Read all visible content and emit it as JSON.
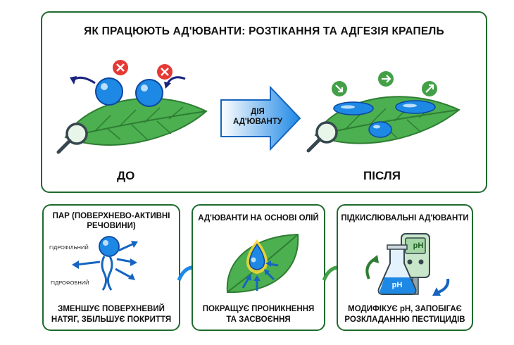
{
  "top": {
    "title": "ЯК ПРАЦЮЮТЬ АД'ЮВАНТИ: РОЗТІКАННЯ ТА АДГЕЗІЯ КРАПЕЛЬ",
    "before_label": "ДО",
    "after_label": "ПІСЛЯ",
    "arrow_text_line1": "ДІЯ",
    "arrow_text_line2": "АД'ЮВАНТУ"
  },
  "cards": [
    {
      "title_line1": "ПАР (ПОВЕРХНЕВО-АКТИВНІ",
      "title_line2": "РЕЧОВИНИ)",
      "label_hydrophilic": "ГІДРОФІЛЬНИЙ",
      "label_hydrophobic": "ГІДРОФОБНИЙ",
      "foot_line1": "ЗМЕНШУЄ ПОВЕРХНЕВИЙ",
      "foot_line2": "НАТЯГ, ЗБІЛЬШУЄ ПОКРИТТЯ"
    },
    {
      "title_line1": "АД'ЮВАНТИ НА ОСНОВІ ОЛІЙ",
      "foot_line1": "ПОКРАЩУЄ ПРОНИКНЕННЯ",
      "foot_line2": "ТА ЗАСВОЄННЯ"
    },
    {
      "title_line1": "ПІДКИСЛЮВАЛЬНІ АД'ЮВАНТИ",
      "meter_label": "pH",
      "flask_label": "pH",
      "foot_line1": "МОДИФІКУЄ pH, ЗАПОБІГАЄ",
      "foot_line2": "РОЗКЛАДАННЮ ПЕСТИЦИДІВ"
    }
  ],
  "colors": {
    "frame": "#1e6b2e",
    "leaf": "#4caf50",
    "leaf_dark": "#2e7d32",
    "drop": "#1e88e5",
    "drop_light": "#64b5f6",
    "bad": "#e53935",
    "good": "#43a047"
  },
  "icons": {
    "magnifier": "magnifier-icon",
    "x_mark": "x-mark-icon",
    "arrow_circle": "arrow-circle-icon",
    "ph_meter": "ph-meter-icon",
    "flask": "flask-icon"
  }
}
